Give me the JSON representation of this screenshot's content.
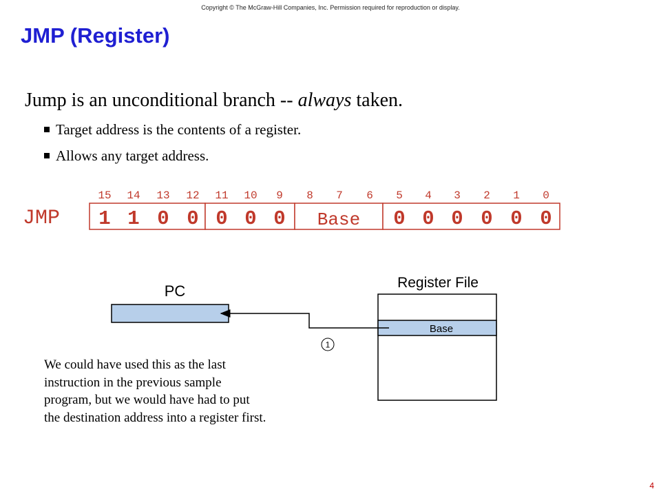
{
  "copyright": "Copyright © The McGraw-Hill Companies, Inc. Permission required for reproduction or display.",
  "title": "JMP (Register)",
  "main_text": {
    "before": "Jump is an unconditional branch -- ",
    "emphasis": "always",
    "after": " taken."
  },
  "bullets": [
    "Target address is the contents of a register.",
    "Allows any target address."
  ],
  "instruction": {
    "opcode_label": "JMP",
    "bit_numbers": [
      "15",
      "14",
      "13",
      "12",
      "11",
      "10",
      "9",
      "8",
      "7",
      "6",
      "5",
      "4",
      "3",
      "2",
      "1",
      "0"
    ],
    "fields": {
      "opcode_bits": [
        "1",
        "1",
        "0",
        "0"
      ],
      "mid_bits": [
        "0",
        "0",
        "0"
      ],
      "base_label": "Base",
      "low_bits": [
        "0",
        "0",
        "0",
        "0",
        "0",
        "0"
      ]
    },
    "colors": {
      "text": "#c0392b",
      "border": "#c0392b"
    }
  },
  "diagram": {
    "pc_label": "PC",
    "register_file_label": "Register File",
    "base_label": "Base",
    "step_number": "1",
    "colors": {
      "register_fill": "#b7cfea",
      "line": "#000000"
    }
  },
  "note": [
    "We could have used this as the last",
    "instruction in the previous sample",
    "program, but we would have had to put",
    "the destination address into a register first."
  ],
  "page_number": "4"
}
